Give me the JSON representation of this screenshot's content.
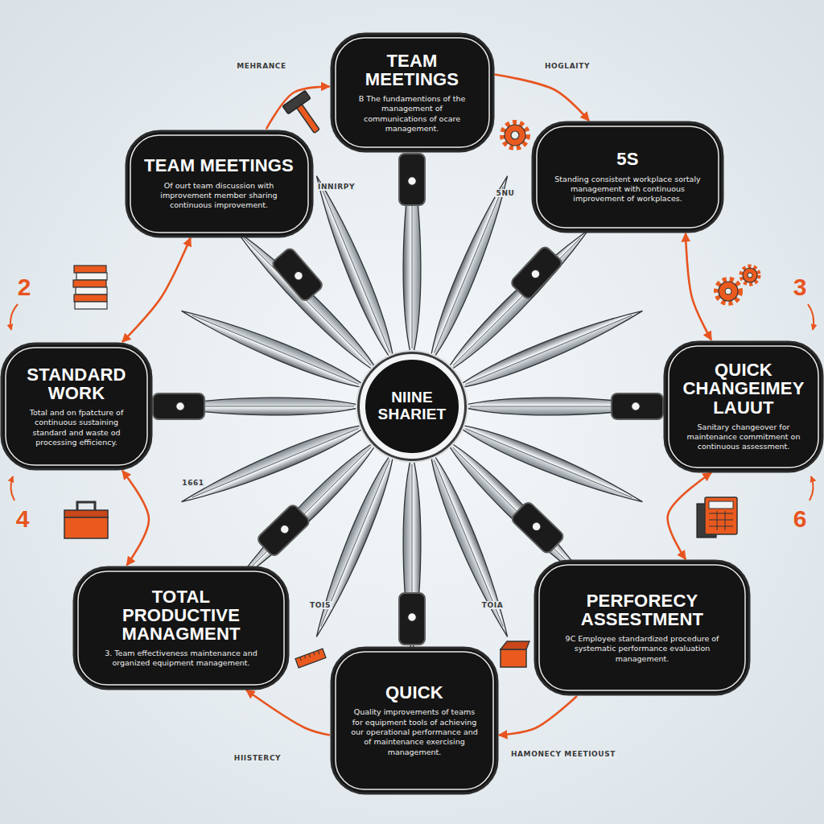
{
  "diagram": {
    "nodes": [
      {
        "text": [
          "TEAM MEETINGS",
          "B The fundamentions of the management of communications of ocare management."
        ]
      },
      {
        "text": [
          "TEAM MEETINGS",
          "Of ourt team discussion with improvement member sharing continuous improvement."
        ]
      },
      {
        "text": [
          "5S",
          "Standing consistent workplace sortaly management with continuous improvement of workplaces."
        ]
      },
      {
        "text": [
          "STANDARD WORK",
          "Total and on fpatcture of continuous sustaining standard and waste od processing efficiency."
        ]
      },
      {
        "text": [
          "QUICK CHANGEIMEY LAUUT",
          "Sanitary changeover for maintenance commitment on continuous assessment."
        ]
      },
      {
        "text": [
          "TOTAL PRODUCTIVE MANAGMENT",
          "3. Team effectiveness maintenance and organized equipment management."
        ]
      },
      {
        "text": [
          "QUICK",
          "Quality improvements of teams for equipment tools of achieving our operational performance and of maintenance exercising management."
        ]
      },
      {
        "text": [
          "PERFORECY ASSESTMENT",
          "9C Employee standardized procedure of systematic performance evaluation management."
        ]
      },
      {
        "text": [
          "NIINE SHARIET"
        ]
      }
    ],
    "edges": [
      {
        "from": 1,
        "to": 0,
        "arrow": "to"
      },
      {
        "from": 0,
        "to": 2,
        "arrow": "to"
      },
      {
        "from": 2,
        "to": 4,
        "arrow": "both"
      },
      {
        "from": 4,
        "to": 7,
        "arrow": "both"
      },
      {
        "from": 7,
        "to": 6,
        "arrow": "to"
      },
      {
        "from": 6,
        "to": 5,
        "arrow": "to"
      },
      {
        "from": 5,
        "to": 3,
        "arrow": "both"
      },
      {
        "from": 3,
        "to": 1,
        "arrow": "both"
      }
    ],
    "labels": [
      "MEHRANCE",
      "HOGLAITY",
      "INNIRPY",
      "5NU",
      "2",
      "3",
      "1661",
      "4",
      "6",
      "TOIS",
      "TOIA",
      "HIISTERCY",
      "HAMONECY MEETIOUST"
    ]
  }
}
